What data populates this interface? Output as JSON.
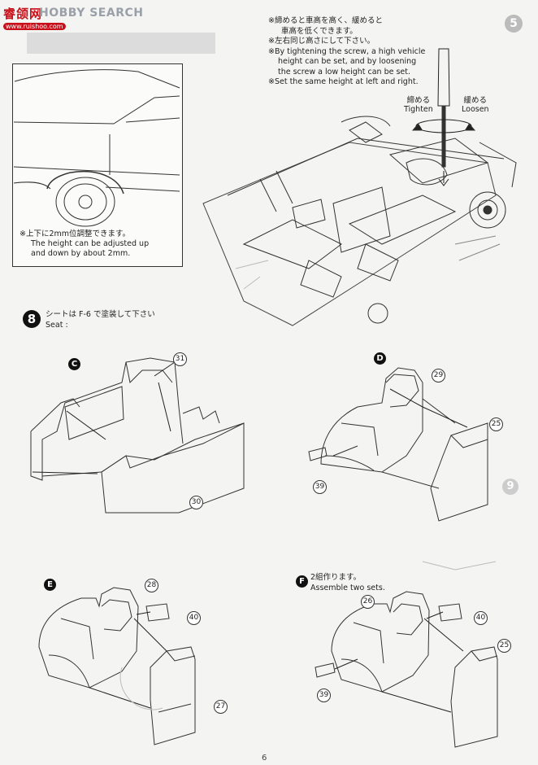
{
  "watermark": {
    "cn": "睿颌网",
    "en": "HOBBY SEARCH",
    "url": "www.ruishoo.com"
  },
  "callout": {
    "note_jp": "※上下に2mm位調整できます。",
    "note_en_1": "The height can be adjusted up",
    "note_en_2": "and down by about 2mm."
  },
  "height_notes": {
    "jp_1": "※締めると車高を高く、緩めると",
    "jp_2": "車高を低くできます。",
    "jp_3": "※左右同じ高さにして下さい。",
    "en_1": "※By tightening the screw, a high vehicle",
    "en_2": "height can be set, and by loosening",
    "en_3": "the screw a low height can be set.",
    "en_4": "※Set the same height at left and right."
  },
  "tighten": {
    "jp": "締める",
    "en": "Tighten"
  },
  "loosen": {
    "jp": "緩める",
    "en": "Loosen"
  },
  "side_step": "5",
  "side_step_2": "9",
  "step8": {
    "number": "8",
    "jp": "シートは F-6 で塗装して下さい",
    "en": "Seat :"
  },
  "sub_steps": {
    "c": "C",
    "d": "D",
    "e": "E",
    "f": "F"
  },
  "f_note": {
    "jp": "2組作ります。",
    "en": "Assemble two sets."
  },
  "parts": {
    "p31": "31",
    "p30": "30",
    "p29": "29",
    "p25": "25",
    "p39": "39",
    "p28": "28",
    "p40": "40",
    "p27": "27",
    "p26": "26",
    "p40b": "40",
    "p25b": "25",
    "p39b": "39"
  },
  "page_number": "6"
}
